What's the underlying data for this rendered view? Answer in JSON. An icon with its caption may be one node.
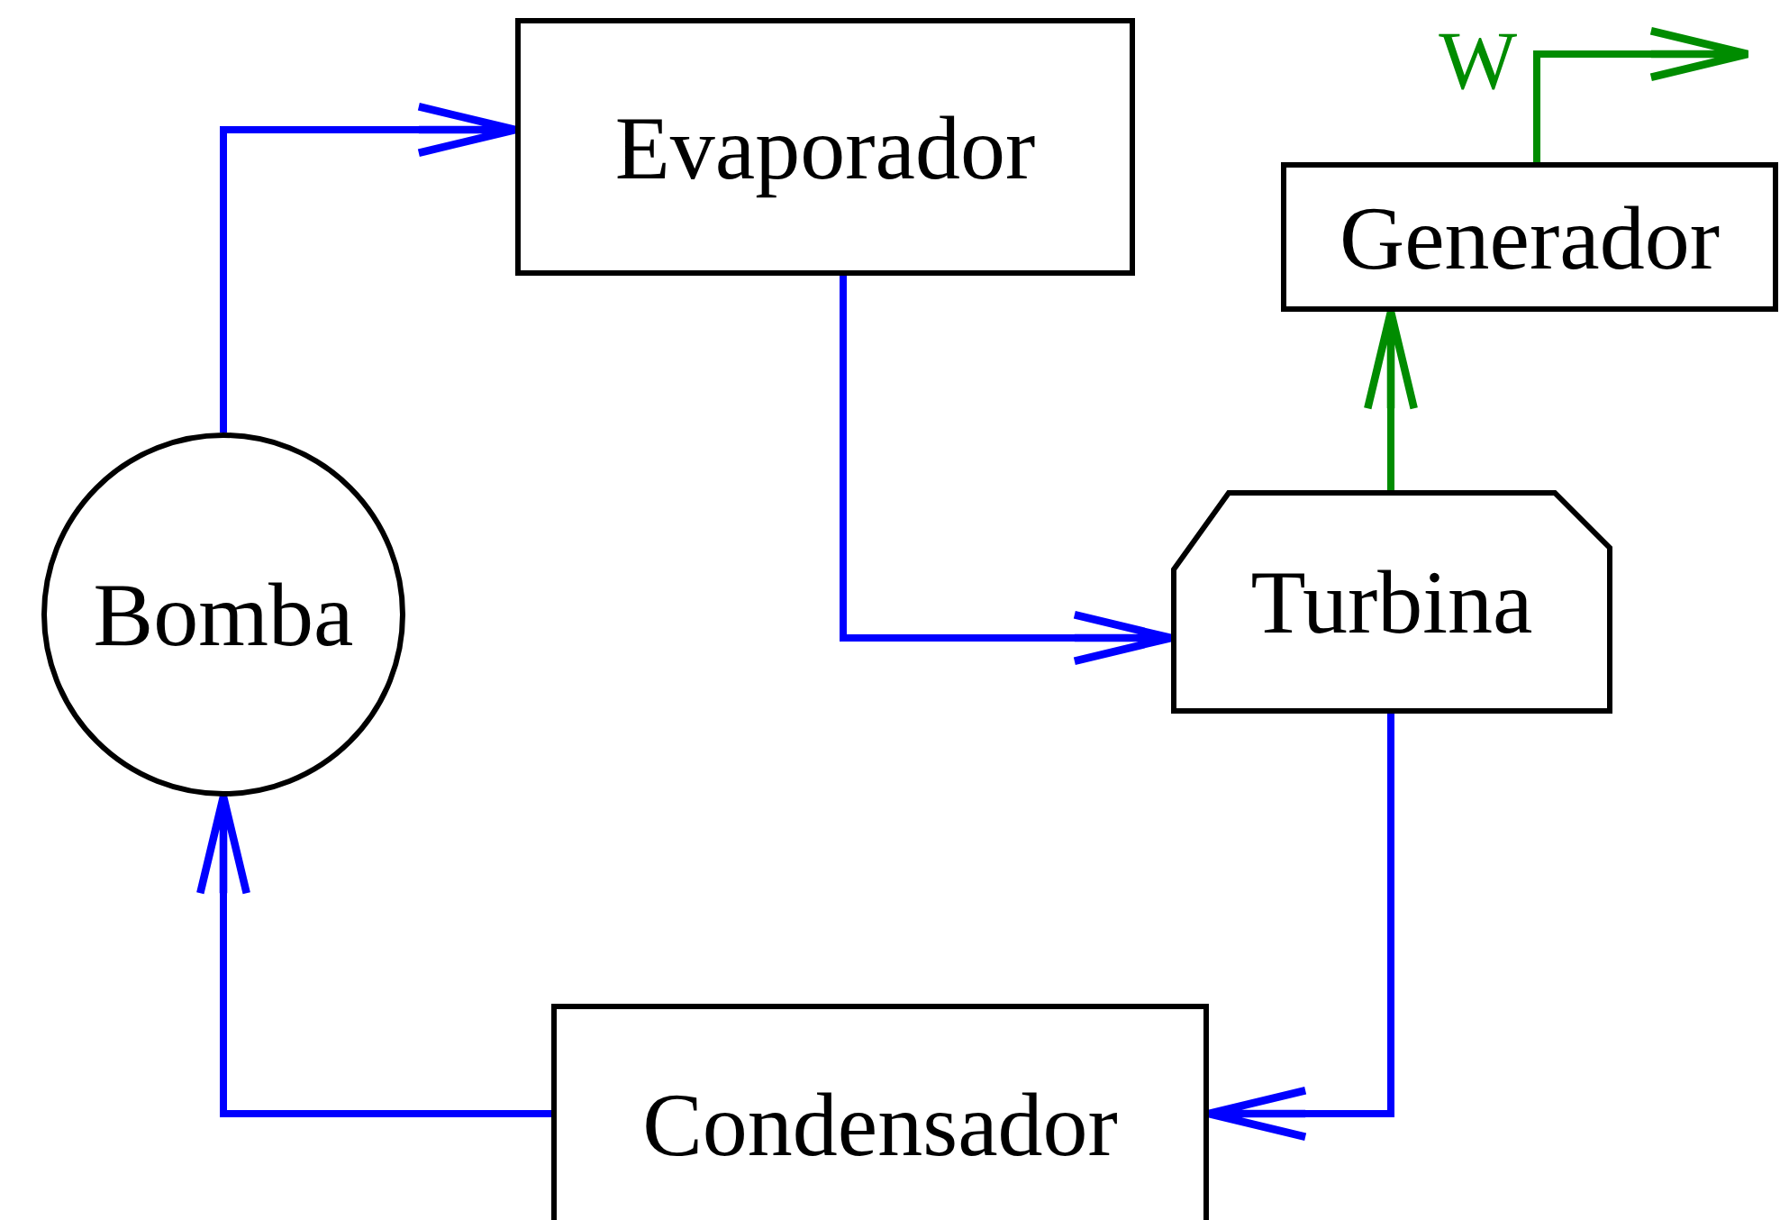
{
  "diagram": {
    "nodes": [
      {
        "text": [
          "Evaporador"
        ]
      },
      {
        "text": [
          "Generador"
        ]
      },
      {
        "text": [
          "Bomba"
        ]
      },
      {
        "text": [
          "Turbina"
        ]
      },
      {
        "text": [
          "Condensador"
        ]
      }
    ],
    "edges": [
      {
        "from": 2,
        "to": 0,
        "arrow": "to"
      },
      {
        "from": 0,
        "to": 3,
        "arrow": "to"
      },
      {
        "from": 3,
        "to": 1,
        "arrow": "to",
        "color": "#008c00"
      },
      {
        "from": 3,
        "to": 4,
        "arrow": "to"
      },
      {
        "from": 4,
        "to": 2,
        "arrow": "to"
      },
      {
        "from": 1,
        "to": null,
        "arrow": "to",
        "label": "W",
        "color": "#008c00"
      }
    ]
  }
}
